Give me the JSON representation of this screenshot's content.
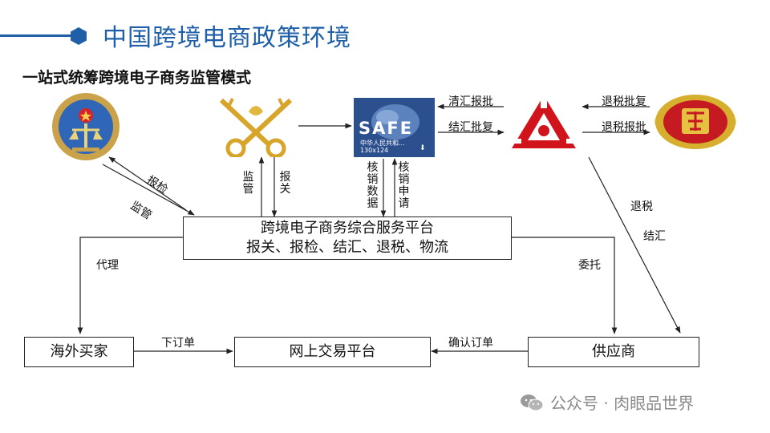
{
  "header": {
    "title": "中国跨境电商政策环境",
    "accent": "#1f5fa8"
  },
  "subtitle": "一站式统筹跨境电子商务监管模式",
  "platform": {
    "line1": "跨境电子商务综合服务平台",
    "line2": "报关、报检、结汇、退税、物流"
  },
  "boxes": {
    "buyer": "海外买家",
    "trade": "网上交易平台",
    "supplier": "供应商"
  },
  "safe_logo": {
    "text": "SAFE",
    "caption1": "中华人民共和...",
    "caption2": "130x124"
  },
  "labels": {
    "qingfu": "清汇报批",
    "jiehui_pifu": "结汇批复",
    "tuishui_pifu": "退税批复",
    "tuishui_baopi": "退税报批",
    "baojian": "报检",
    "jianguan_diag": "监管",
    "jianguan_v": "监管",
    "baoguan_v": "报关",
    "hexiao_shuju": "核销数据",
    "hexiao_shenqing": "核销申请",
    "tuishui": "退税",
    "jiehui": "结汇",
    "daili": "代理",
    "weituo": "委托",
    "xia_dingdan": "下订单",
    "queren_dingdan": "确认订单"
  },
  "logos": {
    "customs_inspection": "customs-emblem-icon",
    "customs_key": "key-caduceus-icon",
    "safe": "safe-logo",
    "bank": "pboc-bank-icon",
    "tax": "tax-emblem-icon"
  },
  "watermark": "公众号 · 肉眼品世界"
}
